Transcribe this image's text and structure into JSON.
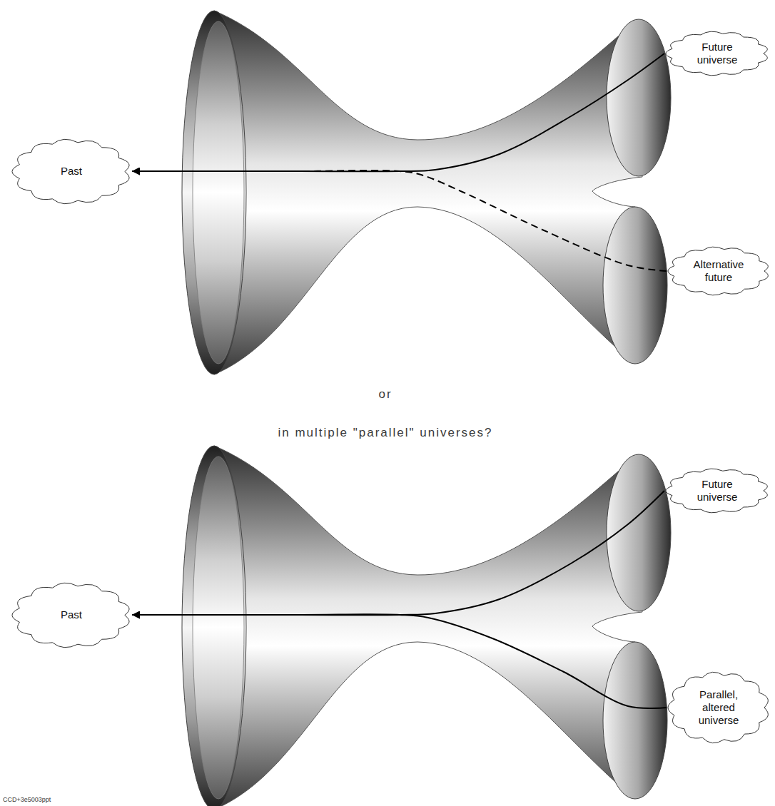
{
  "diagram": {
    "nodes": [
      {
        "text": [
          "Past"
        ]
      },
      {
        "text": [
          "Future universe"
        ]
      },
      {
        "text": [
          "Alternative future"
        ]
      },
      {
        "text": [
          "Past"
        ]
      },
      {
        "text": [
          "Future universe"
        ]
      },
      {
        "text": [
          "Parallel, altered universe"
        ]
      }
    ],
    "edges": [
      {
        "from": 1,
        "to": 0,
        "arrow": "to"
      },
      {
        "from": 2,
        "to": 0,
        "arrow": "to"
      },
      {
        "from": 4,
        "to": 3,
        "arrow": "to"
      },
      {
        "from": 5,
        "to": 3,
        "arrow": "to"
      }
    ],
    "labels": [
      "or",
      "in multiple \"parallel\" universes?",
      "CCD+3e5003ppt"
    ]
  }
}
